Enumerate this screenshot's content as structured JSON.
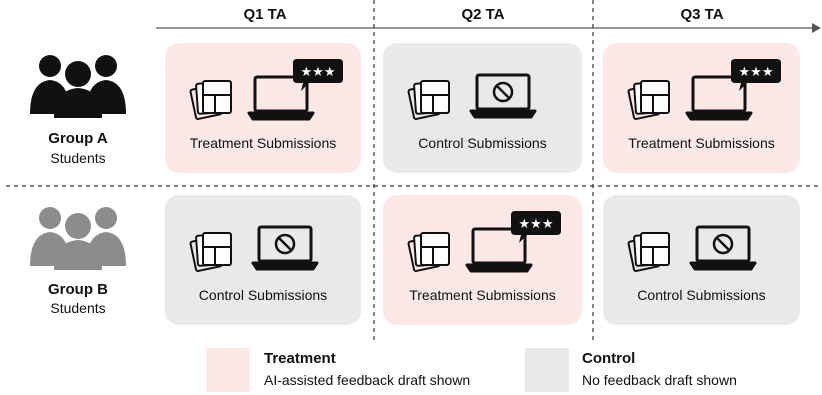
{
  "columns": [
    "Q1 TA",
    "Q2 TA",
    "Q3 TA"
  ],
  "groups": [
    {
      "name": "Group A",
      "sub": "Students",
      "icon_color": "#111111"
    },
    {
      "name": "Group B",
      "sub": "Students",
      "icon_color": "#8c8c8c"
    }
  ],
  "cells": [
    [
      {
        "kind": "treatment",
        "label": "Treatment Submissions"
      },
      {
        "kind": "control",
        "label": "Control Submissions"
      },
      {
        "kind": "treatment",
        "label": "Treatment Submissions"
      }
    ],
    [
      {
        "kind": "control",
        "label": "Control Submissions"
      },
      {
        "kind": "treatment",
        "label": "Treatment Submissions"
      },
      {
        "kind": "control",
        "label": "Control Submissions"
      }
    ]
  ],
  "legend": {
    "treatment": {
      "title": "Treatment",
      "desc": "AI-assisted feedback draft shown"
    },
    "control": {
      "title": "Control",
      "desc": "No feedback draft shown"
    }
  },
  "colors": {
    "treatment_bg": "#fde8e8",
    "control_bg": "#e9e9e9"
  },
  "icons": {
    "stack": "submissions-stack-icon",
    "treatment": "laptop-feedback-stars-icon",
    "control": "laptop-blocked-icon"
  }
}
